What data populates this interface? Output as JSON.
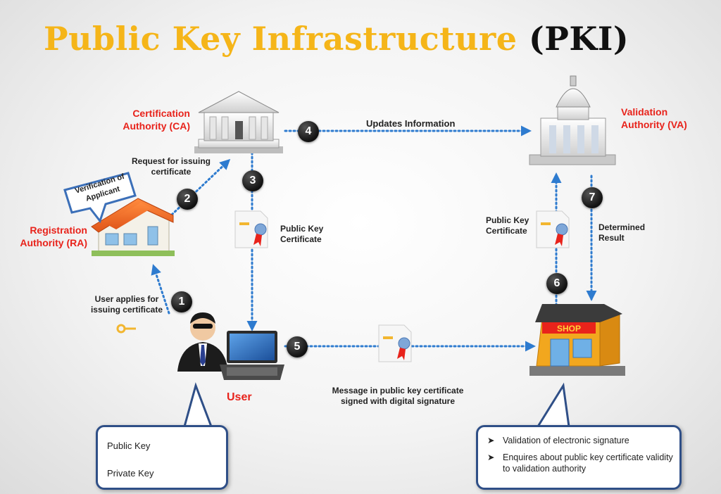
{
  "title": {
    "main": "Public Key Infrastructure",
    "abbr": "(PKI)"
  },
  "entities": {
    "ca": "Certification Authority (CA)",
    "va": "Validation Authority (VA)",
    "ra": "Registration Authority (RA)",
    "user": "User"
  },
  "bubble": "Verification of Applicant",
  "steps": [
    {
      "num": "1",
      "text": "User applies for issuing certificate"
    },
    {
      "num": "2",
      "text": "Request for issuing certificate"
    },
    {
      "num": "3",
      "text": "Public Key Certificate"
    },
    {
      "num": "4",
      "text": "Updates Information"
    },
    {
      "num": "5",
      "text": "Message in public key certificate signed with digital signature"
    },
    {
      "num": "6",
      "text": "Public Key Certificate"
    },
    {
      "num": "7",
      "text": "Determined Result"
    }
  ],
  "shop_sign": "SHOP",
  "user_keys": {
    "public": "Public Key",
    "private": "Private Key"
  },
  "shop_callout": [
    "Validation of electronic signature",
    "Enquires about public key certificate validity to validation authority"
  ],
  "colors": {
    "title_main": "#f5b519",
    "label_red": "#e8231b",
    "arrow": "#2e7bcf",
    "callout_border": "#2f4f87"
  }
}
